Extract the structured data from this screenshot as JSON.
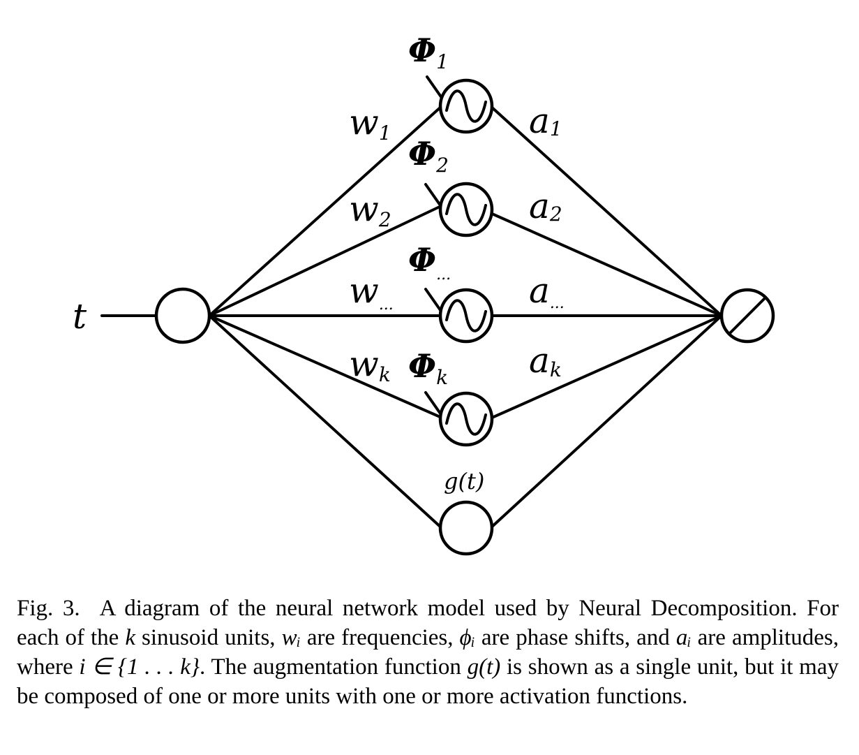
{
  "diagram": {
    "input_label": "t",
    "weights": [
      {
        "base": "w",
        "sub": "1"
      },
      {
        "base": "w",
        "sub": "2"
      },
      {
        "base": "w",
        "sub": "..."
      },
      {
        "base": "w",
        "sub": "k"
      }
    ],
    "phases": [
      {
        "base": "Φ",
        "sub": "1"
      },
      {
        "base": "Φ",
        "sub": "2"
      },
      {
        "base": "Φ",
        "sub": "..."
      },
      {
        "base": "Φ",
        "sub": "k"
      }
    ],
    "amplitudes": [
      {
        "base": "a",
        "sub": "1"
      },
      {
        "base": "a",
        "sub": "2"
      },
      {
        "base": "a",
        "sub": "..."
      },
      {
        "base": "a",
        "sub": "k"
      }
    ],
    "augmentation_label": "g(t)"
  },
  "caption": {
    "prefix": "Fig. 3.",
    "text_1": "A diagram of the neural network model used by Neural Decomposition. For each of the ",
    "m_k": "k",
    "text_2": " sinusoid units, ",
    "m_wi": "wᵢ",
    "text_3": " are frequencies, ",
    "m_phii": "ϕᵢ",
    "text_4": " are phase shifts, and ",
    "m_ai": "aᵢ",
    "text_5": " are amplitudes, where ",
    "m_set": "i ∈ {1 . . . k}",
    "text_6": ". The augmentation function ",
    "m_gt": "g(t)",
    "text_7": " is shown as a single unit, but it may be composed of one or more units with one or more activation functions."
  }
}
